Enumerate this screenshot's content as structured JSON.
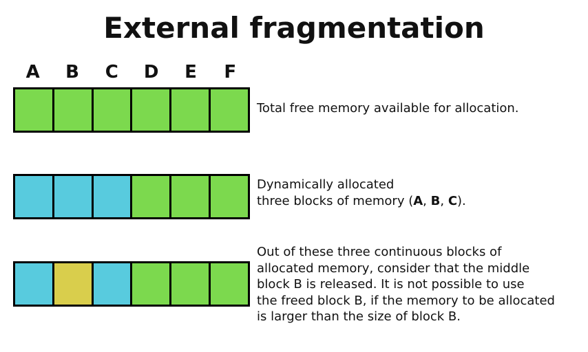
{
  "title": "External fragmentation",
  "labels": [
    "A",
    "B",
    "C",
    "D",
    "E",
    "F"
  ],
  "colors": {
    "free": "#7CD94E",
    "allocated": "#58CBDE",
    "released": "#D9CE4C",
    "border": "#000000",
    "text": "#111111"
  },
  "diagram": {
    "rows": [
      {
        "name": "total-free-memory",
        "cells": [
          "free",
          "free",
          "free",
          "free",
          "free",
          "free"
        ]
      },
      {
        "name": "three-blocks-allocated",
        "cells": [
          "allocated",
          "allocated",
          "allocated",
          "free",
          "free",
          "free"
        ]
      },
      {
        "name": "middle-block-released",
        "cells": [
          "allocated",
          "released",
          "allocated",
          "free",
          "free",
          "free"
        ]
      }
    ]
  },
  "captions": {
    "row1": {
      "line1": "Total free memory available for allocation."
    },
    "row2": {
      "line1": "Dynamically allocated",
      "line2_prefix": "three blocks of memory (",
      "block_a": "A",
      "sep1": ", ",
      "block_b": "B",
      "sep2": ", ",
      "block_c": "C",
      "line2_suffix": ")."
    },
    "row3": {
      "lines": [
        "Out of these three continuous blocks of",
        "allocated memory, consider that the middle",
        "block B is released. It is not possible to use",
        "the freed block B, if the memory to be allocated",
        "is larger than the size of block B."
      ]
    }
  }
}
